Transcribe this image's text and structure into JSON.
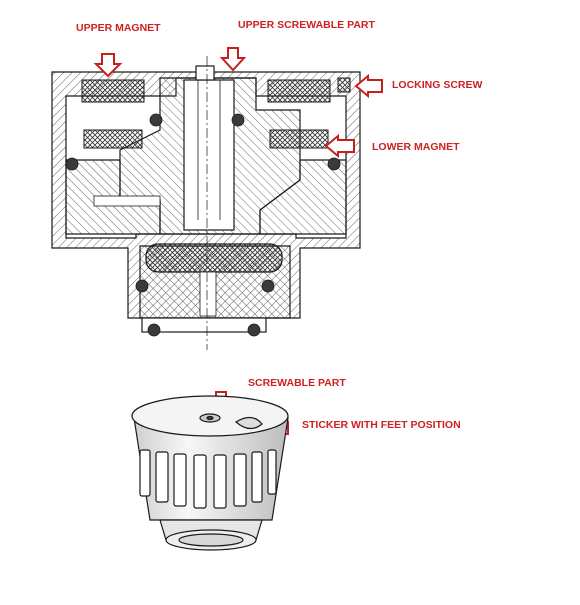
{
  "colors": {
    "label": "#cc2222",
    "arrow_stroke": "#c81e1e",
    "arrow_fill": "#ffffff",
    "line": "#1a1a1a",
    "hatch": "#555555",
    "ring": "#3a3a3a",
    "background": "#ffffff"
  },
  "labels": {
    "upper_magnet": "UPPER MAGNET",
    "upper_screwable_part": "UPPER SCREWABLE PART",
    "locking_screw": "LOCKING SCREW",
    "lower_magnet": "LOWER MAGNET",
    "screwable_part": "SCREWABLE PART",
    "sticker_with_feet_position": "STICKER WITH FEET POSITION"
  }
}
